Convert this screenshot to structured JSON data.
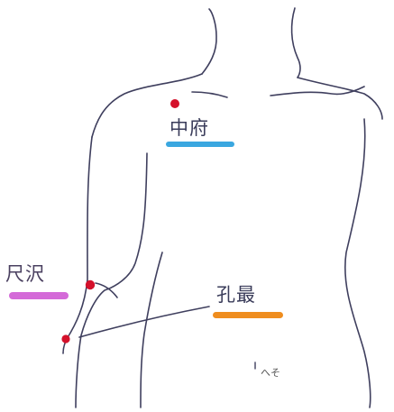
{
  "points": [
    {
      "id": "chufu",
      "label": "中府",
      "color": "#d4112b",
      "underline_color": "#3aa7e0"
    },
    {
      "id": "shakutaku",
      "label": "尺沢",
      "color": "#d4112b",
      "underline_color": "#d46ad8"
    },
    {
      "id": "kousai",
      "label": "孔最",
      "color": "#d4112b",
      "underline_color": "#ef8d1e"
    }
  ],
  "navel_note": "へそ",
  "colors": {
    "outline": "#3f3f5e",
    "point": "#d4112b"
  }
}
